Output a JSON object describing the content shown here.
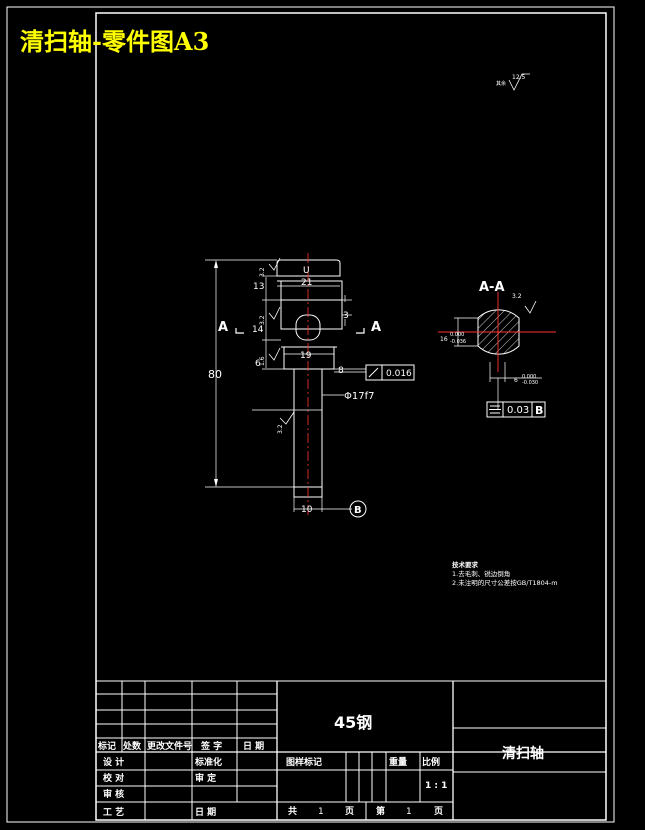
{
  "banner_title": "清扫轴-零件图A3",
  "roughness": {
    "general_symbol": "12.5",
    "general_prefix": "其余",
    "values": [
      "3.2",
      "3.2",
      "1.6",
      "3.2",
      "3.2"
    ]
  },
  "dimensions": {
    "overall_length": "80",
    "top_length": "13",
    "slot_length": "14",
    "bottom_length": "6",
    "head_width": "21",
    "neck_width": "19",
    "step_width": "8",
    "shaft_diameter": "Φ17f7",
    "end_width": "10",
    "slot_height": "3",
    "section_height": "16",
    "section_tol_upper": "0.000",
    "section_tol_lower": "-0.036",
    "section_width": "6",
    "section_width_tol_upper": "0.000",
    "section_width_tol_lower": "-0.030"
  },
  "tolerances": {
    "runout_value": "0.016",
    "symmetry_value": "0.03",
    "symmetry_datum": "B",
    "datum_b": "B"
  },
  "section": {
    "cut_label": "A",
    "view_title": "A-A"
  },
  "notes": {
    "heading": "技术要求",
    "line1": "1.去毛刺、锐边倒角",
    "line2": "2.未注明的尺寸公差按GB/T1804-m"
  },
  "title_block": {
    "material": "45钢",
    "part_name": "清扫轴",
    "revision_headers": [
      "标记",
      "处数",
      "更改文件号",
      "签 字",
      "日 期"
    ],
    "design": "设 计",
    "standardize": "标准化",
    "check": "校 对",
    "review": "审 定",
    "audit": "审 核",
    "process": "工 艺",
    "date": "日 期",
    "stage_mark": "图样标记",
    "weight": "重量",
    "scale_label": "比例",
    "scale_value": "1 : 1",
    "total_label": "共",
    "total_sheets": "1",
    "sheet_unit": "页",
    "sheet_label": "第",
    "sheet_number": "1"
  }
}
